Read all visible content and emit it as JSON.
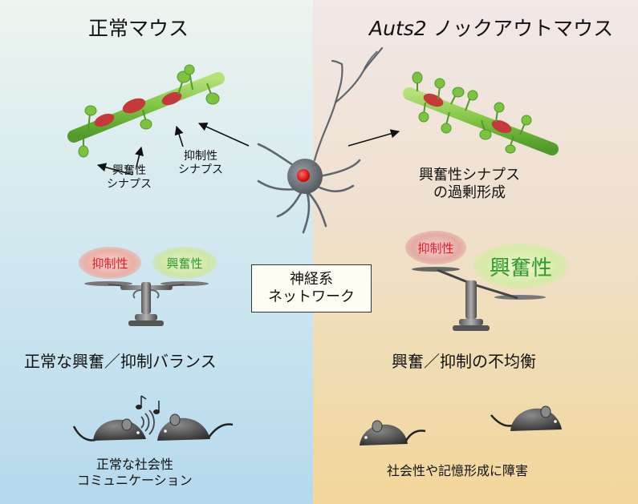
{
  "left": {
    "title": "正常マウス",
    "excitatory_synapse_label": [
      "興奮性",
      "シナプス"
    ],
    "inhibitory_synapse_label": [
      "抑制性",
      "シナプス"
    ],
    "scale_inhibitory": "抑制性",
    "scale_excitatory": "興奮性",
    "balance_caption": "正常な興奮／抑制バランス",
    "mice_caption": [
      "正常な社会性",
      "コミュニケーション"
    ]
  },
  "right": {
    "title_italic": "Auts2",
    "title_rest": " ノックアウトマウス",
    "synapse_caption": [
      "興奮性シナプス",
      "の過剰形成"
    ],
    "scale_inhibitory": "抑制性",
    "scale_excitatory": "興奮性",
    "balance_caption": "興奮／抑制の不均衡",
    "mice_caption": "社会性や記憶形成に障害"
  },
  "center": {
    "network_label": [
      "神経系",
      "ネットワーク"
    ]
  },
  "colors": {
    "inhibitory_red": "#e8182a",
    "excitatory_green": "#2e9a2c",
    "dendrite_green": "#7ec242",
    "synapse_red": "#c23a3a"
  },
  "icons": [
    "music-note-icon",
    "sound-wave-icon"
  ]
}
